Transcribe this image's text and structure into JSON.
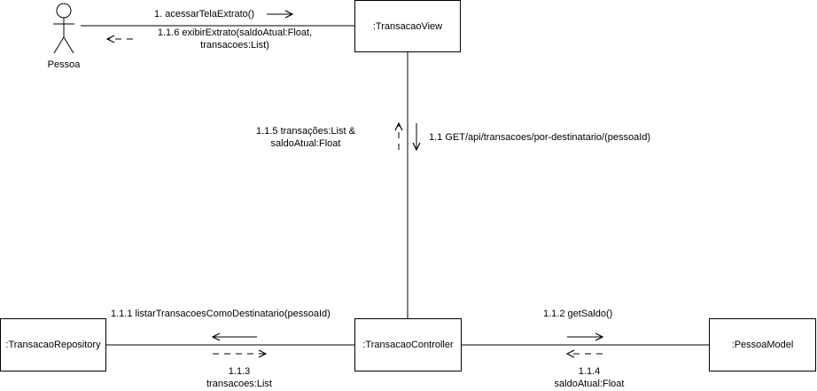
{
  "actor": {
    "name": "Pessoa"
  },
  "objects": {
    "view": ":TransacaoView",
    "controller": ":TransacaoController",
    "repository": ":TransacaoRepository",
    "model": ":PessoaModel"
  },
  "messages": {
    "m1": "1. acessarTelaExtrato()",
    "m116_line1": "1.1.6 exibirExtrato(saldoAtual:Float,",
    "m116_line2": "transacoes:List)",
    "m115_line1": "1.1.5 transações:List &",
    "m115_line2": "saldoAtual:Float",
    "m11": "1.1 GET/api/transacoes/por-destinatario/(pessoaId)",
    "m111": "1.1.1 listarTransacoesComoDestinatario(pessoaId)",
    "m113_line1": "1.1.3",
    "m113_line2": "transacoes:List",
    "m112": "1.1.2 getSaldo()",
    "m114_line1": "1.1.4",
    "m114_line2": "saldoAtual:Float"
  }
}
